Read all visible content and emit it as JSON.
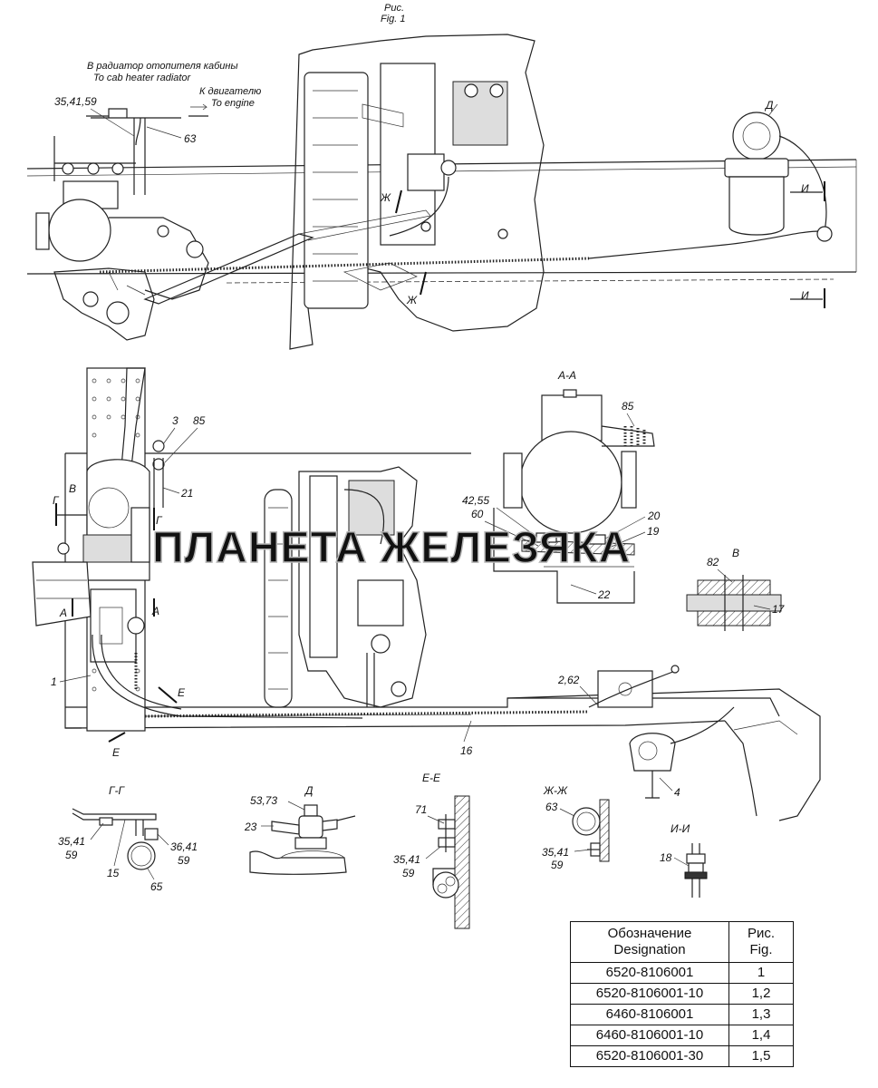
{
  "figure_label": {
    "ru": "Рис.",
    "en": "Fig. 1"
  },
  "captions": {
    "to_cab_heater_ru": "В радиатор отопителя кабины",
    "to_cab_heater_en": "To cab heater radiator",
    "to_engine_ru": "К двигателю",
    "to_engine_en": "To engine"
  },
  "section_markers": {
    "d": "Д",
    "i": "И",
    "zh": "Ж",
    "g": "Г",
    "a": "А",
    "v": "В",
    "e": "Е"
  },
  "section_titles": {
    "aa": "А-А",
    "v": "В",
    "gg": "Г-Г",
    "d": "Д",
    "ee": "Е-Е",
    "zhzh": "Ж-Ж",
    "ii": "И-И"
  },
  "callouts": {
    "top_35_41_59": "35,41,59",
    "top_63": "63",
    "p3": "3",
    "p85": "85",
    "p21": "21",
    "p1": "1",
    "p16": "16",
    "p2_62": "2,62",
    "p4": "4",
    "aa_85": "85",
    "aa_42_55": "42,55",
    "aa_60": "60",
    "aa_20": "20",
    "aa_19": "19",
    "aa_22": "22",
    "v_82": "82",
    "v_17": "17",
    "gg_35_41": "35,41",
    "gg_59": "59",
    "gg_15": "15",
    "gg_36_41": "36,41",
    "gg_59b": "59",
    "gg_65": "65",
    "d_53_73": "53,73",
    "d_23": "23",
    "ee_71": "71",
    "ee_35_41": "35,41",
    "ee_59": "59",
    "zh_63": "63",
    "zh_35_41": "35,41",
    "zh_59": "59",
    "ii_18": "18"
  },
  "watermark": "ПЛАНЕТА ЖЕЛЕЗЯКА",
  "table": {
    "header": {
      "designation": "Обозначение\nDesignation",
      "fig": "Рис.\nFig."
    },
    "rows": [
      {
        "designation": "6520-8106001",
        "fig": "1"
      },
      {
        "designation": "6520-8106001-10",
        "fig": "1,2"
      },
      {
        "designation": "6460-8106001",
        "fig": "1,3"
      },
      {
        "designation": "6460-8106001-10",
        "fig": "1,4"
      },
      {
        "designation": "6520-8106001-30",
        "fig": "1,5"
      }
    ]
  }
}
